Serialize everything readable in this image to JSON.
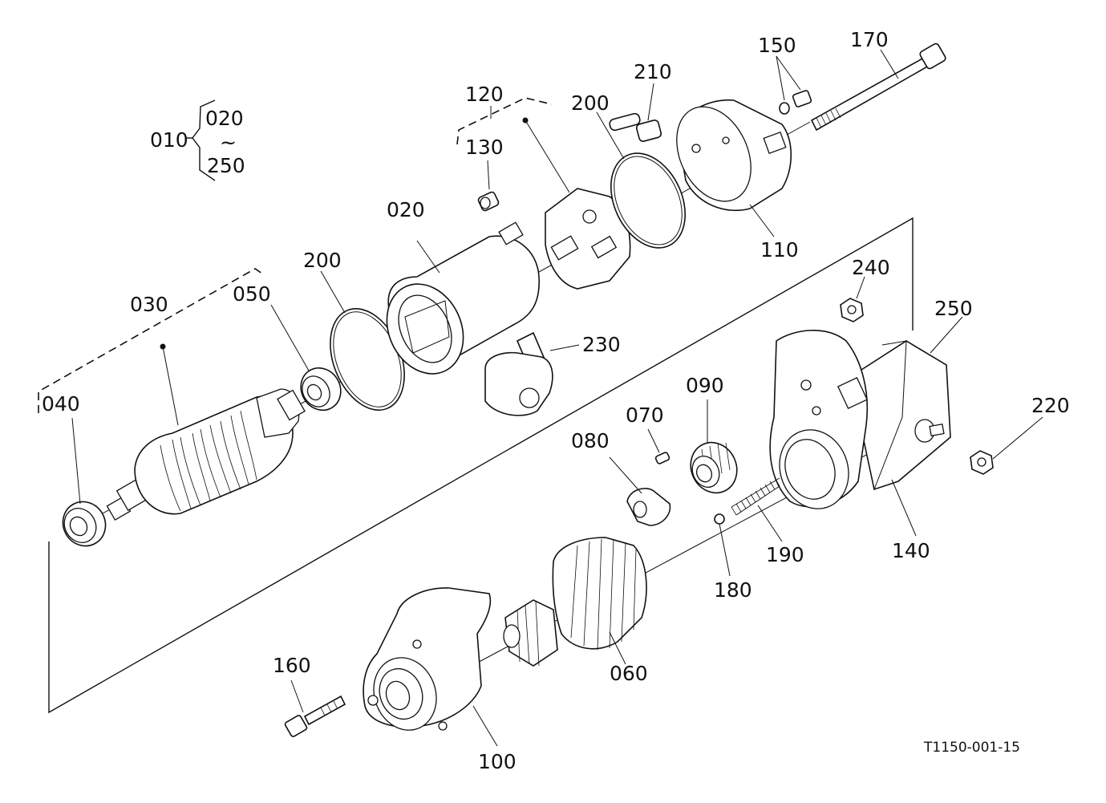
{
  "drawing_code": "T1150-001-15",
  "group": {
    "assembly": "010",
    "range_start": "020",
    "range_mark": "~",
    "range_end": "250"
  },
  "labels": {
    "p020": "020",
    "p030": "030",
    "p040": "040",
    "p050": "050",
    "p060": "060",
    "p070": "070",
    "p080": "080",
    "p090": "090",
    "p100": "100",
    "p110": "110",
    "p120": "120",
    "p130": "130",
    "p140": "140",
    "p150": "150",
    "p160": "160",
    "p170": "170",
    "p180": "180",
    "p190": "190",
    "p200a": "200",
    "p200b": "200",
    "p210": "210",
    "p220": "220",
    "p230": "230",
    "p240": "240",
    "p250": "250"
  }
}
